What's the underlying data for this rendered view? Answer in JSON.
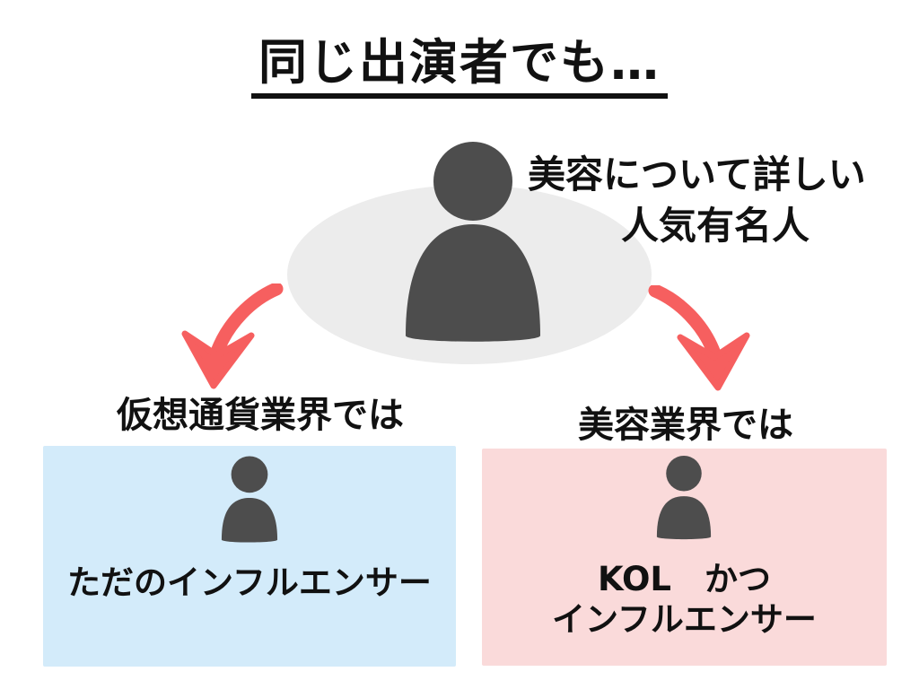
{
  "title": {
    "text": "同じ出演者でも…"
  },
  "center": {
    "caption_line1": "美容について詳しい",
    "caption_line2": "人気有名人",
    "icon": "person-icon"
  },
  "branches": {
    "left": {
      "label": "仮想通貨業界では",
      "box_text": "ただのインフルエンサー",
      "icon": "person-icon"
    },
    "right": {
      "label": "美容業界では",
      "box_line1": "KOL　かつ",
      "box_line2": "インフルエンサー",
      "icon": "person-icon"
    }
  },
  "colors": {
    "arrow_red": "#f65f5f",
    "person_gray": "#4d4d4d",
    "stage_gray": "#ececec",
    "left_box_blue": "#d3ebfa",
    "right_box_pink": "#fadada",
    "text_black": "#111111"
  }
}
